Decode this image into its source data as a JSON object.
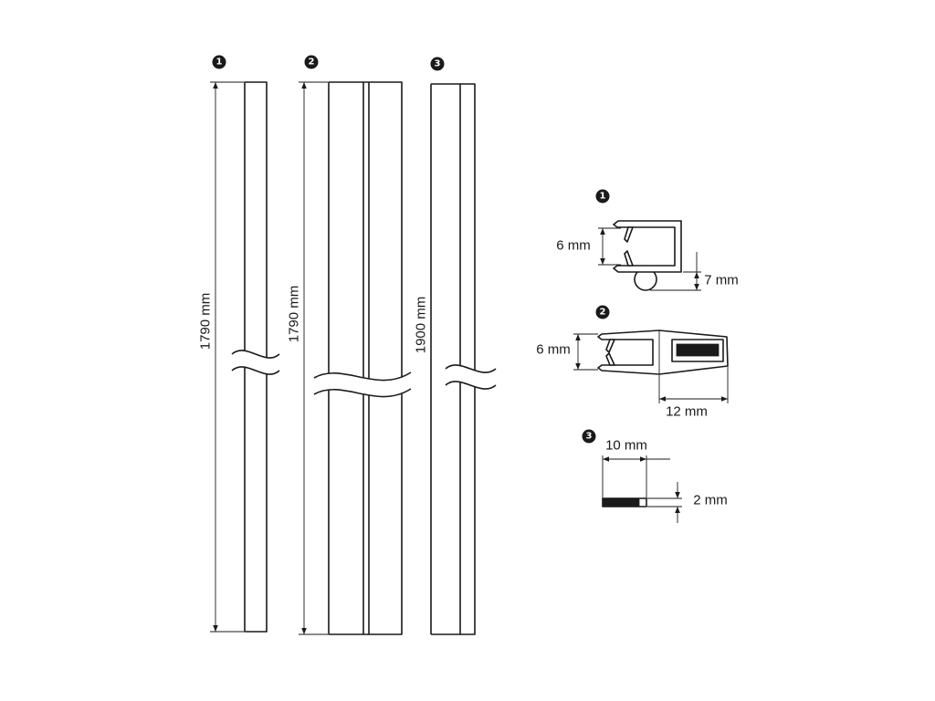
{
  "colors": {
    "line": "#1a1a1a",
    "background": "#ffffff"
  },
  "strips": [
    {
      "marker": "1",
      "length": "1790 mm"
    },
    {
      "marker": "2",
      "length": "1790 mm"
    },
    {
      "marker": "3",
      "length": "1900 mm"
    }
  ],
  "profiles": [
    {
      "marker": "1",
      "height": "6 mm",
      "bulb_height": "7 mm"
    },
    {
      "marker": "2",
      "height": "6 mm",
      "width": "12 mm"
    },
    {
      "marker": "3",
      "width": "10 mm",
      "thickness": "2 mm"
    }
  ]
}
